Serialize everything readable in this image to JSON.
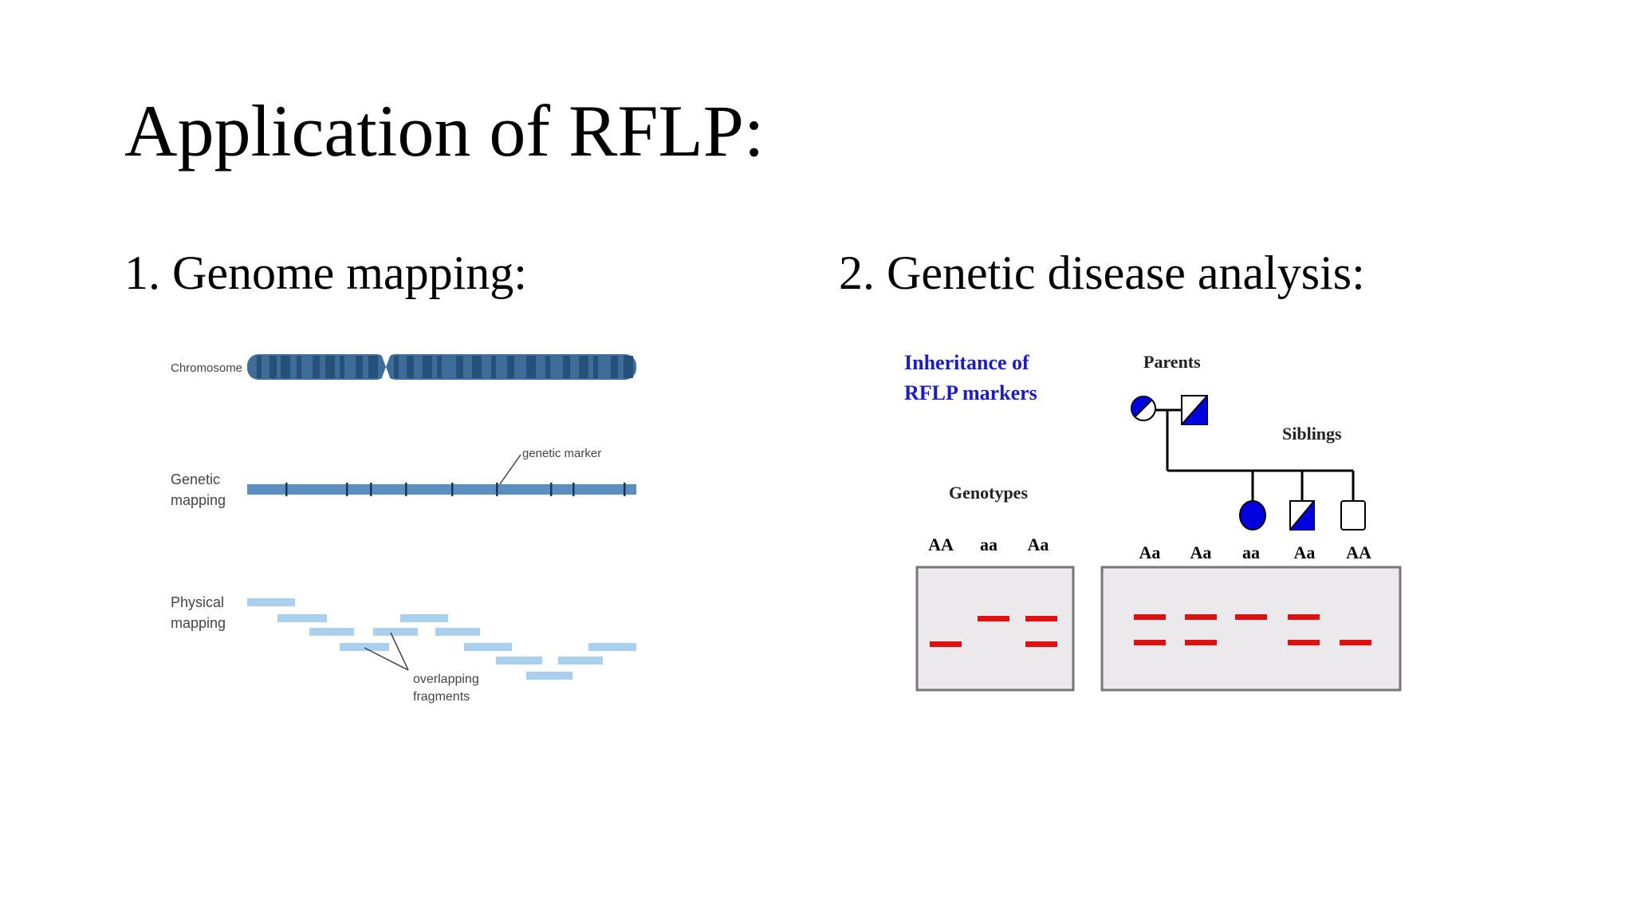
{
  "slide": {
    "title": "Application of RFLP:",
    "sections": [
      {
        "heading": "1. Genome mapping:"
      },
      {
        "heading": "2. Genetic disease analysis:"
      }
    ]
  },
  "genome_mapping": {
    "chromosome_label": "Chromosome",
    "genetic_label_lines": [
      "Genetic",
      "mapping"
    ],
    "genetic_marker_label": "genetic marker",
    "physical_label_lines": [
      "Physical",
      "mapping"
    ],
    "overlap_label_lines": [
      "overlapping",
      "fragments"
    ],
    "colors": {
      "chromosome_body": "#3f6d9a",
      "chromosome_band": "#24507a",
      "genetic_bar": "#5a8fc0",
      "tick": "#1d3550",
      "fragment": "#a9d0ee",
      "text": "#444444"
    }
  },
  "disease_analysis": {
    "inheritance_title_lines": [
      "Inheritance of",
      "RFLP markers"
    ],
    "parents_label": "Parents",
    "siblings_label": "Siblings",
    "genotypes_label": "Genotypes",
    "gel_left_genotypes": [
      "AA",
      "aa",
      "Aa"
    ],
    "gel_right_genotypes": [
      "Aa",
      "Aa",
      "aa",
      "Aa",
      "AA"
    ],
    "colors": {
      "title": "#1a1ad6",
      "affected": "#0000e0",
      "band": "#e01010",
      "gel_fill": "#ebe9ec",
      "gel_border": "#777777"
    }
  }
}
